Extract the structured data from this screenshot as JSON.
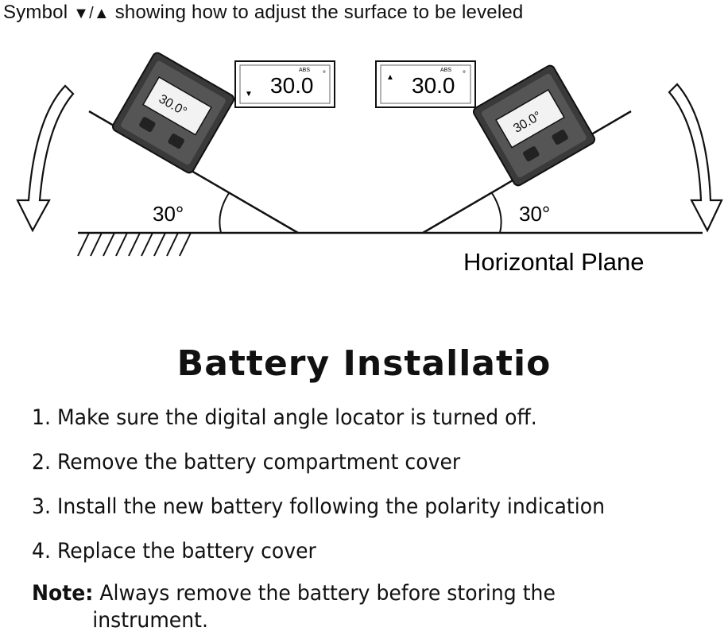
{
  "caption": {
    "prefix": "Symbol",
    "symbols": "▼/▲",
    "suffix": "showing how to adjust the surface to be leveled"
  },
  "diagram": {
    "left_angle": "30°",
    "right_angle": "30°",
    "plane_label": "Horizontal Plane",
    "left_device_reading": "30.0°",
    "right_device_reading": "30.0°",
    "left_callout": {
      "indicator": "▼",
      "reading": "30.0",
      "unit": "°",
      "tag": "ABS"
    },
    "right_callout": {
      "indicator": "▲",
      "reading": "30.0",
      "unit": "°",
      "tag": "ABS"
    },
    "arrow_icon": "curved-down-arrow-icon"
  },
  "battery": {
    "heading": "Battery Installatio",
    "steps": [
      "1. Make sure the digital angle locator is turned off.",
      "2. Remove the battery compartment cover",
      "3. Install the new battery following the polarity indication",
      "4. Replace the battery cover"
    ],
    "note_label": "Note:",
    "note_line1": "Always remove the battery before storing the",
    "note_line2": "instrument."
  }
}
